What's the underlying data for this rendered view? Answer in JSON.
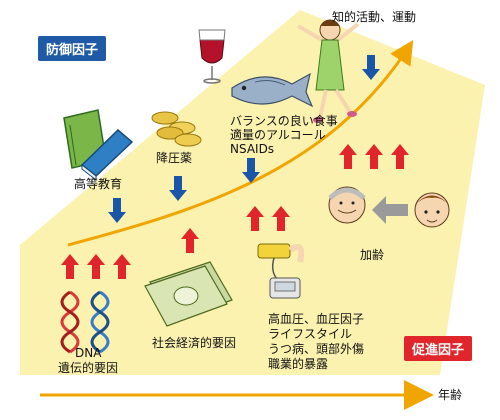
{
  "labels": {
    "defense_factors": "防御因子",
    "promoting_factors": "促進因子",
    "intellectual_activity": "知的活動、運動",
    "diet_alcohol_nsaids": [
      "バランスの良い食事",
      "適量のアルコール",
      "NSAIDs"
    ],
    "antihypertensive": "降圧薬",
    "higher_education": "高等教育",
    "aging": "加齢",
    "dna_genetic": [
      "DNA",
      "遺伝的要因"
    ],
    "socioeconomic": "社会経済的要因",
    "risk_list": [
      "高血圧、血圧因子",
      "ライフスタイル",
      "うつ病、頭部外傷",
      "職業的暴露"
    ],
    "age_axis": "年齢"
  },
  "colors": {
    "background_band": "#fbf2b0",
    "curve": "#f0a500",
    "defense_arrow": "#1a56a8",
    "promoting_arrow": "#e0262b",
    "age_arrow": "#f0a500",
    "defense_badge": "#1f5aa6",
    "promoting_badge": "#e0262b"
  },
  "icons": [
    "books-icon",
    "pills-icon",
    "wine-glass-icon",
    "fish-icon",
    "exercising-woman-icon",
    "old-man-icon",
    "child-icon",
    "dna-helix-icon",
    "money-icon",
    "blood-pressure-monitor-icon"
  ]
}
